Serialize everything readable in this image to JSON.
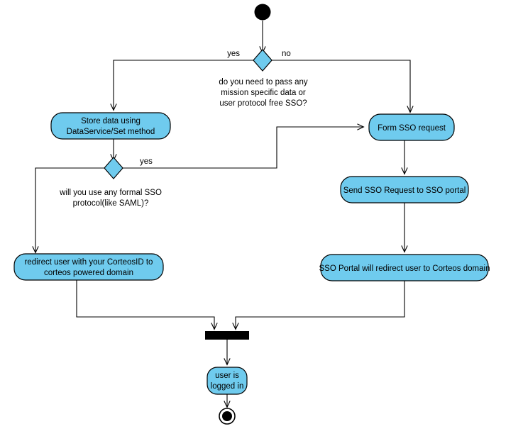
{
  "diagram": {
    "type": "uml-activity-diagram",
    "colors": {
      "node_fill": "#6FCBEE",
      "node_stroke": "#000000",
      "edge": "#000000",
      "background": "#FFFFFF",
      "control_node": "#000000"
    },
    "start_node": {
      "name": "initial-node",
      "label": ""
    },
    "end_node": {
      "name": "final-node",
      "label": ""
    },
    "decisions": [
      {
        "id": "d1",
        "question": {
          "line1": "do you need to pass any",
          "line2": "mission specific data or",
          "line3": "user protocol free SSO?"
        },
        "guard_left": "yes",
        "guard_right": "no"
      },
      {
        "id": "d2",
        "question": {
          "line1": "will you use any formal SSO",
          "line2": "protocol(like SAML)?"
        },
        "guard_right": "yes"
      }
    ],
    "activities": [
      {
        "id": "a1",
        "line1": "Store data using",
        "line2": "DataService/Set method"
      },
      {
        "id": "a2",
        "line1": "Form SSO request",
        "line2": ""
      },
      {
        "id": "a3",
        "line1": "Send SSO Request to SSO portal",
        "line2": ""
      },
      {
        "id": "a4",
        "line1": "redirect user with your CorteosID to",
        "line2": "corteos powered domain"
      },
      {
        "id": "a5",
        "line1": "SSO Portal will redirect user to Corteos domain",
        "line2": ""
      },
      {
        "id": "a6",
        "line1": "user is",
        "line2": "logged in"
      }
    ],
    "join_bar": {
      "name": "merge-join-bar",
      "label": ""
    }
  }
}
